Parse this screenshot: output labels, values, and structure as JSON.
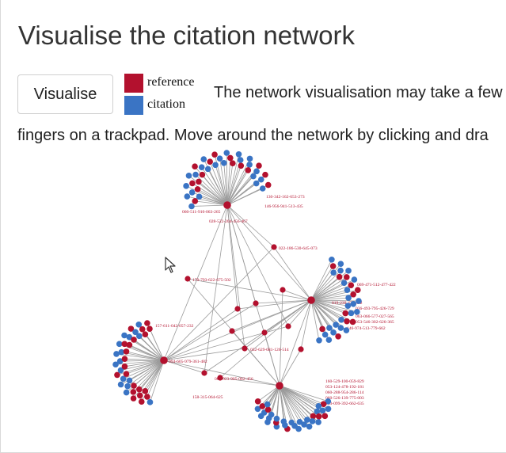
{
  "page": {
    "title": "Visualise the citation network"
  },
  "controls": {
    "visualise_label": "Visualise"
  },
  "legend": {
    "items": [
      {
        "label": "reference",
        "color": "#b3112e"
      },
      {
        "label": "citation",
        "color": "#3a74c4"
      }
    ]
  },
  "info": {
    "line1": "The network visualisation may take a few",
    "line2": "fingers on a trackpad. Move around the network by clicking and dra"
  },
  "network": {
    "edge_color": "#9a9a9a",
    "node_colors": {
      "reference": "#b3112e",
      "citation": "#3a74c4"
    },
    "visible_node_labels": [
      "022-186-530-645-073",
      "170-793-622-675-502",
      "028-522-204-456-467",
      "130-342-162-653-273",
      "146-956-941-513-435",
      "060-511-910-063-265",
      "069-471-512-477-422",
      "157-611-042-057-232",
      "086-023-905-082-456",
      "032-629-681-126-514",
      "160-529-100-059-829",
      "019-239-430-592",
      "036-493-795-426-729",
      "063-066-577-027-565",
      "053-546-302-626-365",
      "146-974-513-779-662",
      "053-124-478-192-181",
      "060-288-954-286-114",
      "060-526-139-775-003",
      "063-099-392-662-635",
      "094-605-979-361-482",
      "158-315-064-625"
    ]
  }
}
